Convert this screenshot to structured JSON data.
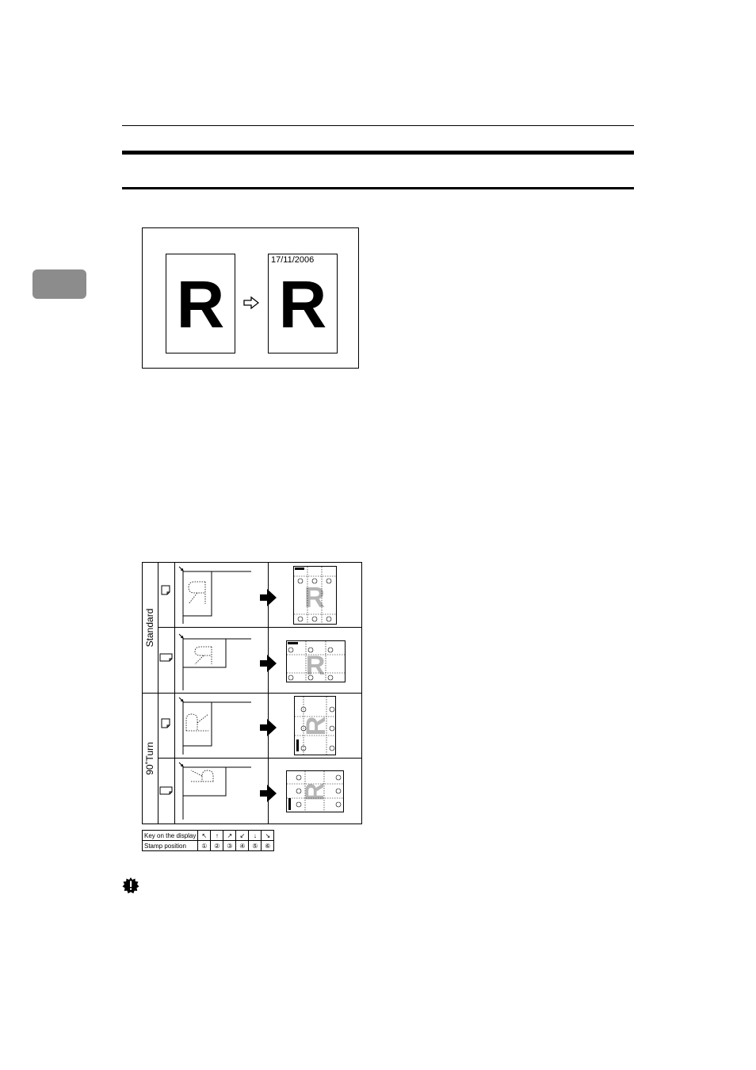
{
  "figure1": {
    "letter": "R",
    "date_stamp": "17/11/2006"
  },
  "figure2": {
    "group_labels": [
      "Standard",
      "90˚Turn"
    ],
    "letter": "R"
  },
  "key_table": {
    "row1_label": "Key on the display",
    "row2_label": "Stamp position",
    "keys": [
      "↖",
      "↑",
      "↗",
      "↙",
      "↓",
      "↘"
    ],
    "positions": [
      "①",
      "②",
      "③",
      "④",
      "⑤",
      "⑥"
    ]
  }
}
